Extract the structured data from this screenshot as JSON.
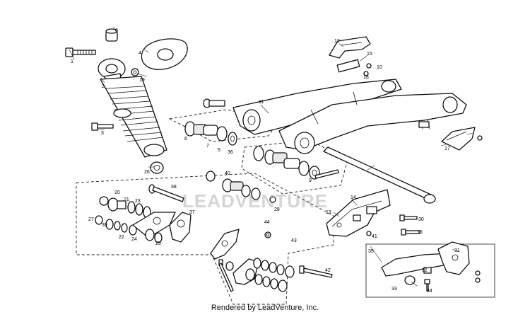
{
  "footer": "Rendered by LeadVenture, Inc.",
  "watermark": "LEADVENTURE",
  "callouts": [
    "1",
    "2",
    "3",
    "4",
    "8",
    "19",
    "26",
    "6",
    "7",
    "5",
    "36",
    "11",
    "12",
    "15",
    "10",
    "18",
    "16",
    "17",
    "30",
    "41",
    "13",
    "14",
    "40",
    "9",
    "28",
    "38",
    "21",
    "20",
    "23",
    "22",
    "25",
    "24",
    "27",
    "39",
    "37",
    "44",
    "43",
    "42",
    "34",
    "35",
    "31",
    "32",
    "33"
  ]
}
